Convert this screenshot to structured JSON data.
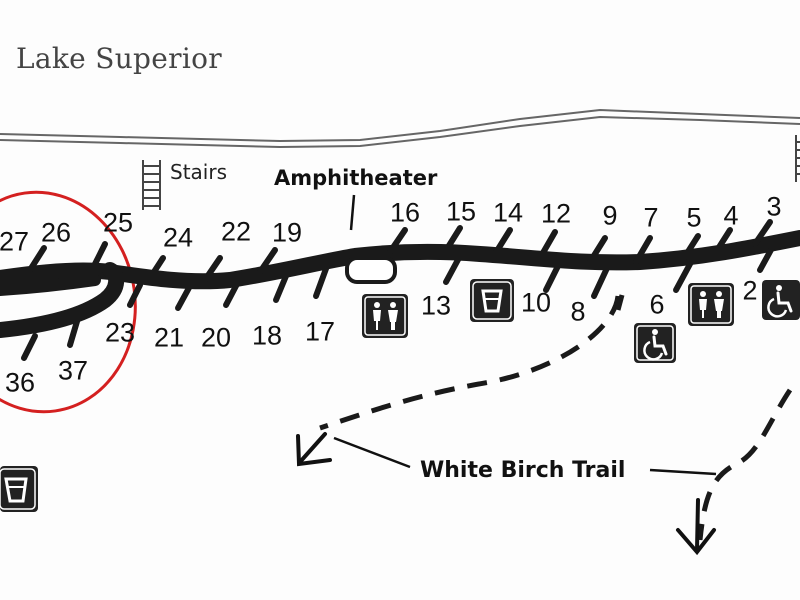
{
  "map": {
    "lake_label": "Lake Superior",
    "stairs_label": "Stairs",
    "amphitheater_label": "Amphitheater",
    "trail_label": "White Birch Trail",
    "colors": {
      "road": "#1a1a1a",
      "highlight_circle": "#d42020",
      "shore": "#555555",
      "icon_bg": "#222222"
    }
  },
  "campsites": [
    {
      "id": "27",
      "label": "27"
    },
    {
      "id": "26",
      "label": "26"
    },
    {
      "id": "25",
      "label": "25"
    },
    {
      "id": "24",
      "label": "24"
    },
    {
      "id": "22",
      "label": "22"
    },
    {
      "id": "19",
      "label": "19"
    },
    {
      "id": "16",
      "label": "16"
    },
    {
      "id": "15",
      "label": "15"
    },
    {
      "id": "14",
      "label": "14"
    },
    {
      "id": "12",
      "label": "12"
    },
    {
      "id": "9",
      "label": "9"
    },
    {
      "id": "7",
      "label": "7"
    },
    {
      "id": "5",
      "label": "5"
    },
    {
      "id": "4",
      "label": "4"
    },
    {
      "id": "3",
      "label": "3"
    },
    {
      "id": "2",
      "label": "2"
    },
    {
      "id": "6",
      "label": "6"
    },
    {
      "id": "8",
      "label": "8"
    },
    {
      "id": "10",
      "label": "10"
    },
    {
      "id": "13",
      "label": "13"
    },
    {
      "id": "17",
      "label": "17"
    },
    {
      "id": "18",
      "label": "18"
    },
    {
      "id": "20",
      "label": "20"
    },
    {
      "id": "21",
      "label": "21"
    },
    {
      "id": "23",
      "label": "23"
    },
    {
      "id": "36",
      "label": "36"
    },
    {
      "id": "37",
      "label": "37"
    }
  ],
  "icons": [
    {
      "type": "restroom-icon"
    },
    {
      "type": "drinking-water-icon"
    },
    {
      "type": "restroom-icon"
    },
    {
      "type": "accessible-icon"
    },
    {
      "type": "accessible-icon"
    },
    {
      "type": "drinking-water-icon"
    }
  ]
}
